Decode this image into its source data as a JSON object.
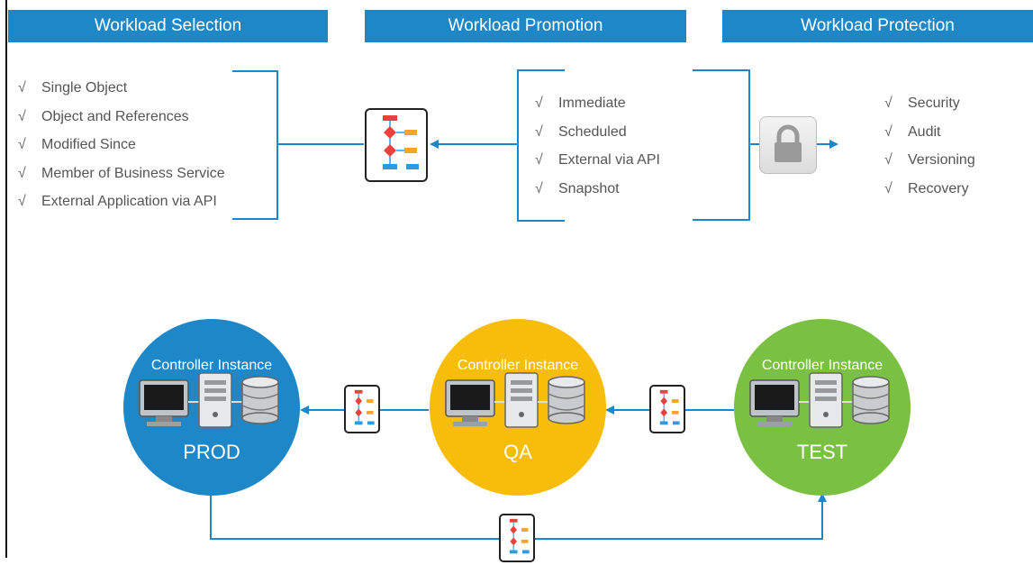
{
  "headers": {
    "selection": "Workload Selection",
    "promotion": "Workload Promotion",
    "protection": "Workload Protection"
  },
  "selection_items": [
    "Single Object",
    "Object and References",
    "Modified Since",
    "Member of Business Service",
    "External Application via API"
  ],
  "promotion_items": [
    "Immediate",
    "Scheduled",
    "External via API",
    "Snapshot"
  ],
  "protection_items": [
    "Security",
    "Audit",
    "Versioning",
    "Recovery"
  ],
  "check_mark": "√",
  "environments": [
    {
      "title": "Controller Instance",
      "name": "PROD",
      "color": "#1e87c8"
    },
    {
      "title": "Controller Instance",
      "name": "QA",
      "color": "#f8bd0b"
    },
    {
      "title": "Controller Instance",
      "name": "TEST",
      "color": "#7ac143"
    }
  ],
  "colors": {
    "accent_blue": "#1e87c8",
    "flow_red": "#e8423a",
    "flow_orange": "#f5a623",
    "flow_blue": "#2e9be0"
  },
  "icons": [
    "workflow-document-icon",
    "lock-icon",
    "monitor-icon",
    "server-icon",
    "database-icon"
  ]
}
